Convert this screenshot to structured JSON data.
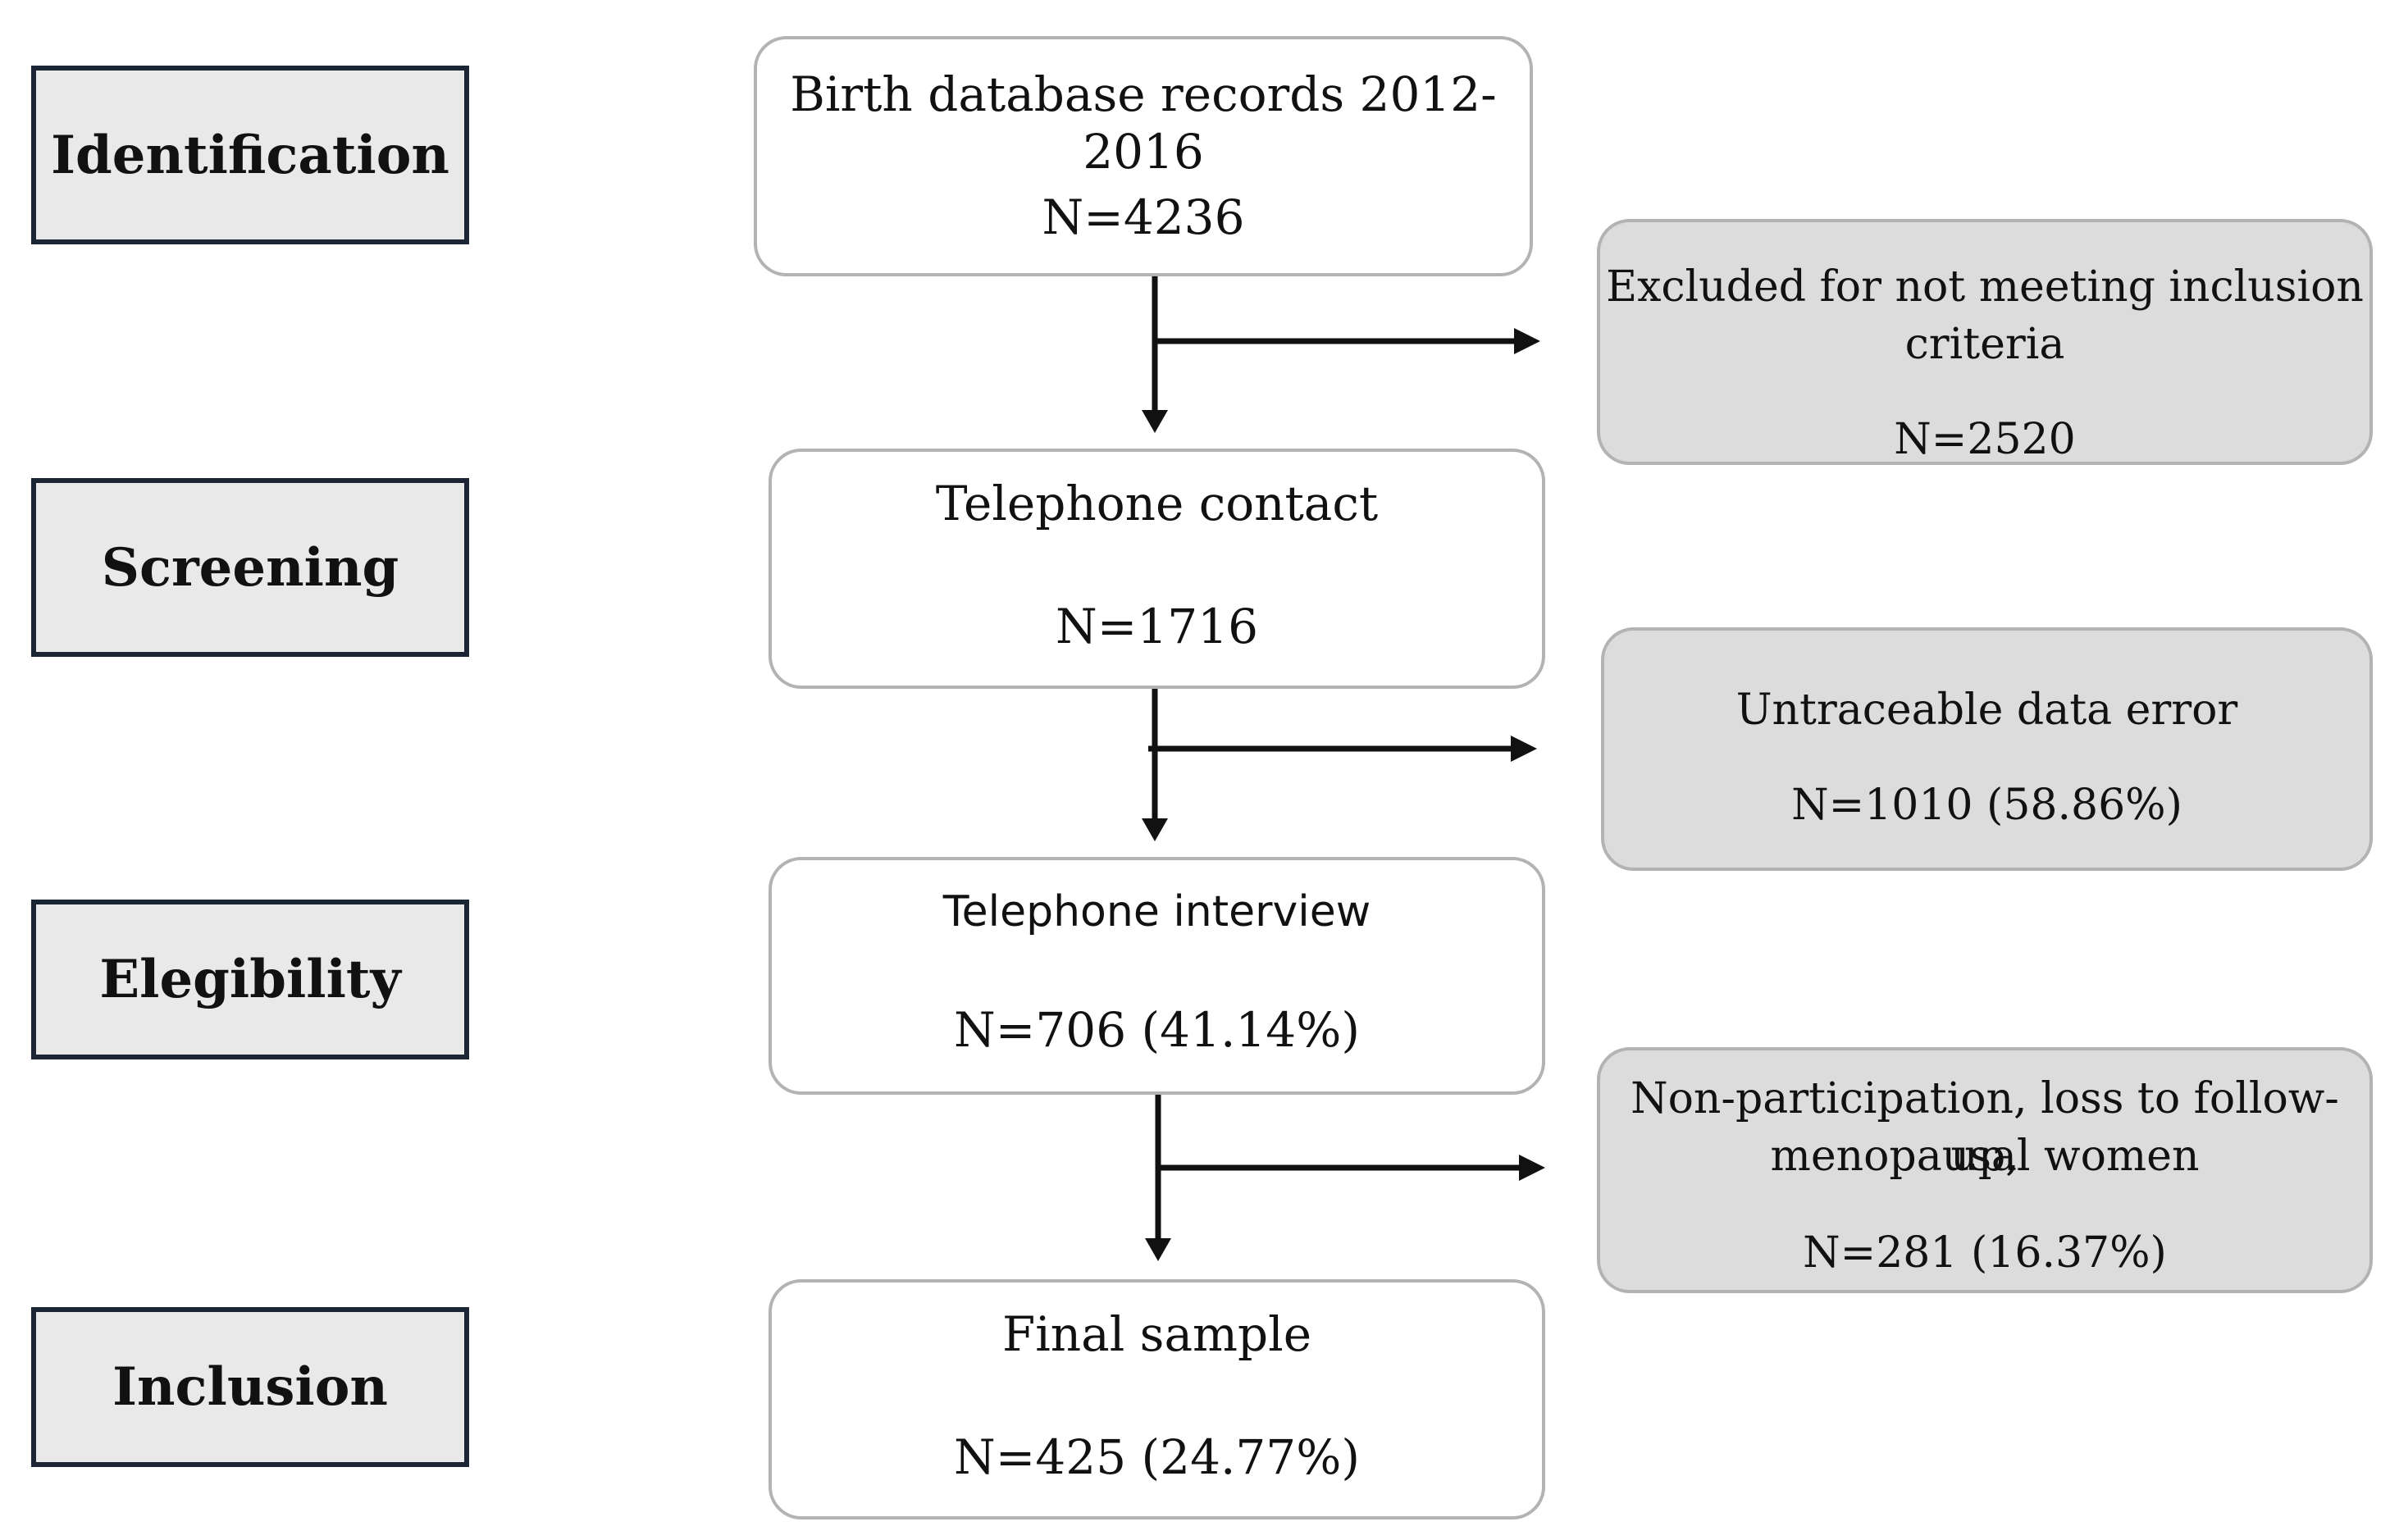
{
  "stages": {
    "identification": "Identification",
    "screening": "Screening",
    "eligibility": "Elegibility",
    "inclusion": "Inclusion"
  },
  "flow": {
    "birth": {
      "title": "Birth database records 2012-2016",
      "count": "N=4236"
    },
    "contact": {
      "title": "Telephone contact",
      "count": "N=1716"
    },
    "interview": {
      "title": "Telephone interview",
      "count": "N=706 (41.14%)"
    },
    "final": {
      "title": "Final sample",
      "count": "N=425 (24.77%)"
    }
  },
  "exclusions": {
    "criteria": {
      "line1": "Excluded for not meeting inclusion",
      "line2": "criteria",
      "count": "N=2520"
    },
    "untraceable": {
      "title": "Untraceable data error",
      "count": "N=1010 (58.86%)"
    },
    "nonparticipation": {
      "line1": "Non-participation, loss to follow-up,",
      "line2": "menopausal women",
      "count": "N=281 (16.37%)"
    }
  },
  "colors": {
    "stage_fill": "#e9e9e9",
    "stage_border": "#1c2533",
    "excluded_fill": "#dcdcdc",
    "box_border": "#b3b3b3",
    "arrow": "#111111"
  }
}
